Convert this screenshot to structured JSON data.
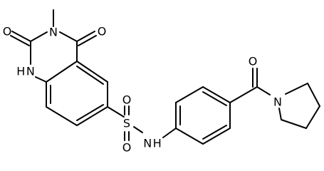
{
  "atoms": {
    "o_top_left": "O",
    "n_methyl": "N",
    "o_top_right": "O",
    "nh_ring": "H N",
    "s_sulfonyl": "S",
    "o_sulfonyl_top": "O",
    "o_sulfonyl_bottom": "O",
    "nh_sulfonamide": "N H",
    "o_carbonyl": "O",
    "n_pyrrolidine": "N"
  }
}
